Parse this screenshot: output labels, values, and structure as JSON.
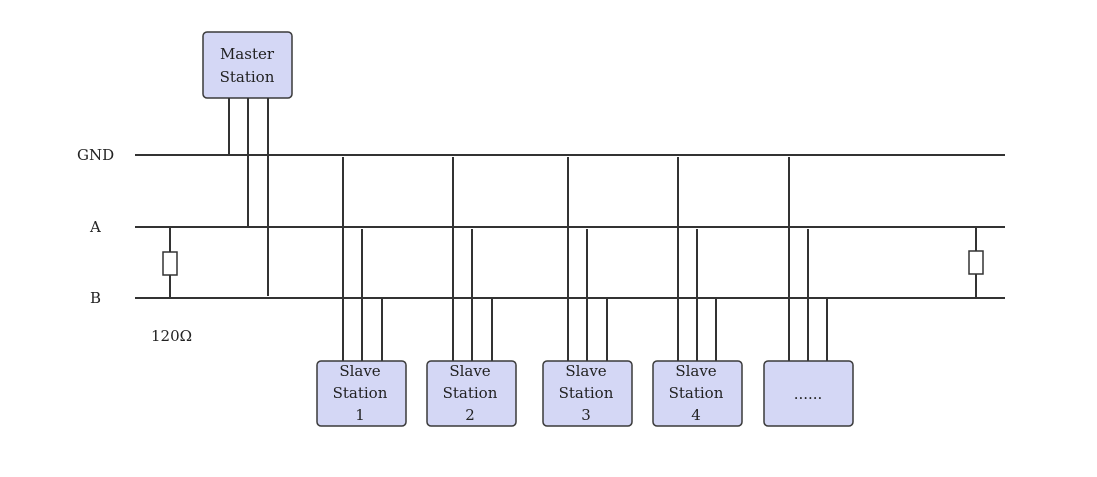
{
  "bus_labels": {
    "gnd": "GND",
    "a": "A",
    "b": "B"
  },
  "resistor_label": "120Ω",
  "master": {
    "line1": "Master",
    "line2": "Station"
  },
  "slaves": [
    {
      "line1": "Slave",
      "line2": "Station",
      "line3": "1"
    },
    {
      "line1": "Slave",
      "line2": "Station",
      "line3": "2"
    },
    {
      "line1": "Slave",
      "line2": "Station",
      "line3": "3"
    },
    {
      "line1": "Slave",
      "line2": "Station",
      "line3": "4"
    },
    {
      "line1": "......"
    }
  ],
  "colors": {
    "box_fill": "#d4d7f5",
    "line": "#333333"
  }
}
